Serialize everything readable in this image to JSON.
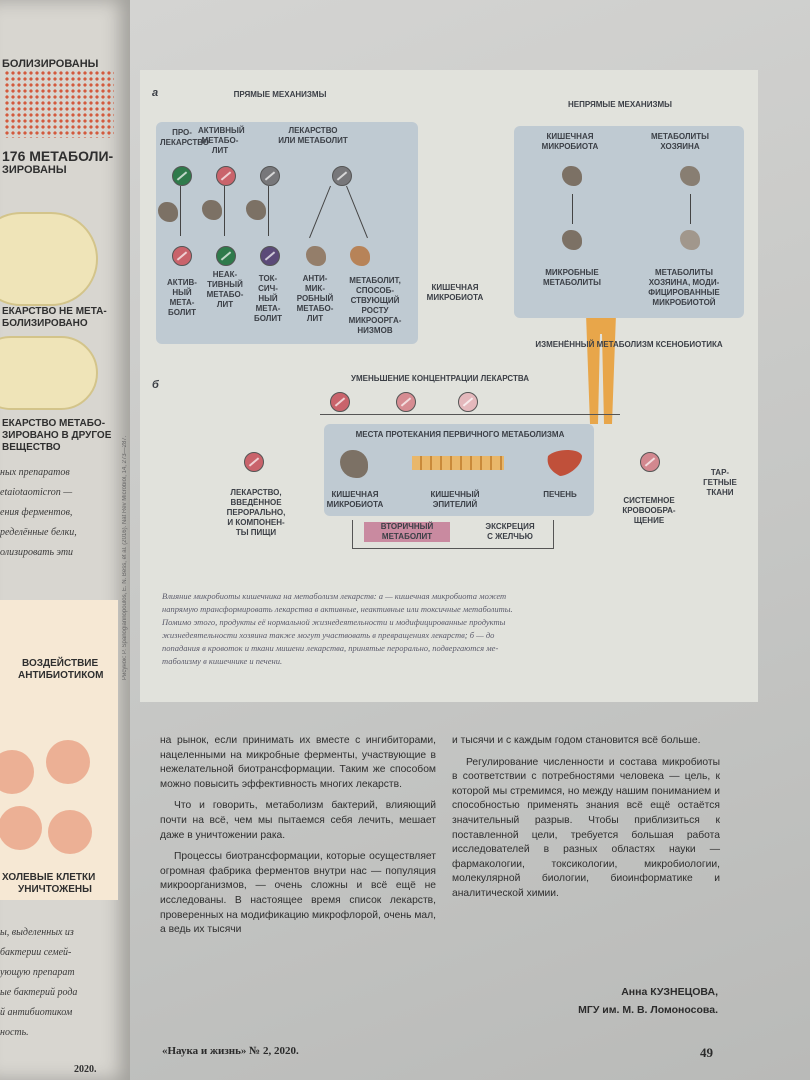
{
  "left_page": {
    "title_top": "БОЛИЗИРОВАНЫ",
    "count_line_1": "176 МЕТАБОЛИ-",
    "count_line_2": "ЗИРОВАНЫ",
    "label_not_metabolized_1": "ЕКАРСТВО НЕ МЕТА-",
    "label_not_metabolized_2": "БОЛИЗИРОВАНО",
    "label_other_1": "ЕКАРСТВО МЕТАБО-",
    "label_other_2": "ЗИРОВАНО В ДРУГОЕ",
    "label_other_3": "ВЕЩЕСТВО",
    "italic_lines": [
      "ных препаратов",
      "etaiotaomicron —",
      "ения ферментов,",
      "ределённые белки,",
      "олизировать эти"
    ],
    "antibiotic_1": "ВОЗДЕЙСТВИЕ",
    "antibiotic_2": "АНТИБИОТИКОМ",
    "tumor_1": "ХОЛЕВЫЕ КЛЕТКИ",
    "tumor_2": "УНИЧТОЖЕНЫ",
    "italic_lines_2": [
      "ы, выделенных из",
      "бактерии семей-",
      "ующую препарат",
      "ые бактерий рода",
      "й антибиотиком",
      "ность."
    ],
    "footer_fragment": "2020."
  },
  "figure": {
    "panel_a_letter": "а",
    "direct_title": "ПРЯМЫЕ МЕХАНИЗМЫ",
    "indirect_title": "НЕПРЯМЫЕ МЕХАНИЗМЫ",
    "col_prodrug": "ПРО-\nЛЕКАРСТВО",
    "col_active": "АКТИВНЫЙ\nМЕТАБО-\nЛИТ",
    "col_drug": "ЛЕКАРСТВО\nИЛИ МЕТАБОЛИТ",
    "res_active": "АКТИВ-\nНЫЙ\nМЕТА-\nБОЛИТ",
    "res_inactive": "НЕАК-\nТИВНЫЙ\nМЕТАБО-\nЛИТ",
    "res_toxic": "ТОК-\nСИЧ-\nНЫЙ\nМЕТА-\nБОЛИТ",
    "res_antimicrobial": "АНТИ-\nМИК-\nРОБНЫЙ\nМЕТАБО-\nЛИТ",
    "res_growth": "МЕТАБОЛИТ,\nСПОСОБ-\nСТВУЮЩИЙ\nРОСТУ\nМИКРООРГА-\nНИЗМОВ",
    "human_label": "КИШЕЧНАЯ\nМИКРОБИОТА",
    "ind_microbiota": "КИШЕЧНАЯ\nМИКРОБИОТА",
    "ind_host_metab": "МЕТАБОЛИТЫ\nХОЗЯИНА",
    "ind_microbial_metab": "МИКРОБНЫЕ\nМЕТАБОЛИТЫ",
    "ind_modified": "МЕТАБОЛИТЫ\nХОЗЯИНА, МОДИ-\nФИЦИРОВАННЫЕ\nМИКРОБИОТОЙ",
    "ind_changed": "ИЗМЕНЁННЫЙ МЕТАБОЛИЗМ КСЕНОБИОТИКА",
    "panel_b_letter": "б",
    "decrease": "УМЕНЬШЕНИЕ КОНЦЕНТРАЦИИ ЛЕКАРСТВА",
    "primary_sites": "МЕСТА ПРОТЕКАНИЯ ПЕРВИЧНОГО МЕТАБОЛИЗМА",
    "drug_oral": "ЛЕКАРСТВО,\nВВЕДЁННОЕ\nПЕРОРАЛЬНО,\nИ КОМПОНЕН-\nТЫ ПИЩИ",
    "gut_microbiota": "КИШЕЧНАЯ\nМИКРОБИОТА",
    "epithelium": "КИШЕЧНЫЙ\nЭПИТЕЛИЙ",
    "liver": "ПЕЧЕНЬ",
    "circulation": "СИСТЕМНОЕ\nКРОВООБРА-\nЩЕНИЕ",
    "target": "ТАР-\nГЕТНЫЕ\nТКАНИ",
    "secondary": "ВТОРИЧНЫЙ\nМЕТАБОЛИТ",
    "bile": "ЭКСКРЕЦИЯ\nС ЖЕЛЧЬЮ",
    "credit": "Рисунок: P. Spanogiannopoulos, E. N. Bess, et al. (2016). Nat Rev Microbiol, 14, 273—287."
  },
  "caption": [
    "Влияние микробиоты кишечника на метаболизм лекарств: а — кишечная микробиота может",
    "напрямую трансформировать лекарства в активные, неактивные или токсичные метаболиты.",
    "Помимо этого, продукты её нормальной жизнедеятельности и модифицированные продукты",
    "жизнедеятельности хозяина также могут участвовать в превращениях лекарств; б — до",
    "попадания в кровоток и ткани мишени лекарства, принятые перорально, подвергаются ме-",
    "таболизму в кишечнике и печени."
  ],
  "body": {
    "col1_p1": "на рынок, если принимать их вместе с ингибиторами, нацеленными на микробные ферменты, участвующие в нежелательной биотрансформации. Таким же способом можно повысить эффективность многих лекарств.",
    "col1_p2": "Что и говорить, метаболизм бактерий, влияющий почти на всё, чем мы пытаемся себя лечить, мешает даже в уничтожении рака.",
    "col1_p3": "Процессы биотрансформации, которые осуществляет огромная фабрика ферментов внутри нас — популяция микроорганизмов, — очень сложны и всё ещё не исследованы. В настоящее время список лекарств, проверенных на модификацию микрофлорой, очень мал, а ведь их тысячи",
    "col2_p1": "и тысячи и с каждым годом становится всё больше.",
    "col2_p2": "Регулирование численности и состава микробиоты в соответствии с потребностями человека — цель, к которой мы стремимся, но между нашим пониманием и способностью применять знания всё ещё остаётся значительный разрыв. Чтобы приблизиться к поставленной цели, требуется большая работа исследователей в разных областях науки — фармакологии, токсикологии, микробиологии, молекулярной биологии, биоинформатике и аналитической химии.",
    "author": "Анна КУЗНЕЦОВА,",
    "affiliation": "МГУ им. М. В. Ломоносова."
  },
  "footer": {
    "journal": "«Наука и жизнь» № 2, 2020.",
    "page": "49"
  }
}
